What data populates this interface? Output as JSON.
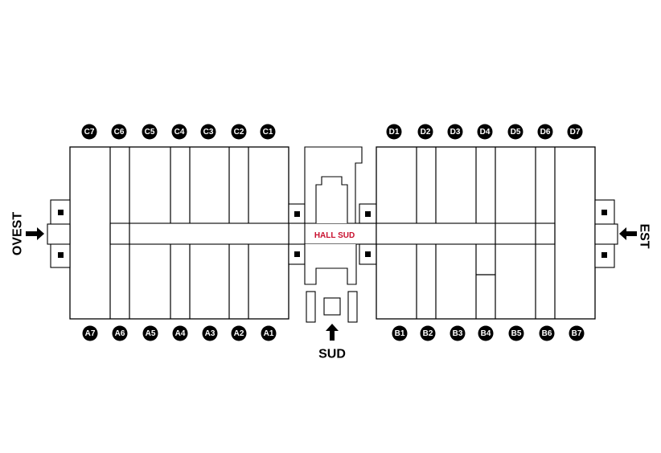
{
  "hall_label": "HALL SUD",
  "entrances": {
    "west": "OVEST",
    "east": "EST",
    "south": "SUD"
  },
  "stands_top_left": [
    "C7",
    "C6",
    "C5",
    "C4",
    "C3",
    "C2",
    "C1"
  ],
  "stands_top_right": [
    "D1",
    "D2",
    "D3",
    "D4",
    "D5",
    "D6",
    "D7"
  ],
  "stands_bottom_left": [
    "A7",
    "A6",
    "A5",
    "A4",
    "A3",
    "A2",
    "A1"
  ],
  "stands_bottom_right": [
    "B1",
    "B2",
    "B3",
    "B4",
    "B5",
    "B6",
    "B7"
  ],
  "colors": {
    "hall_label": "#c8102e",
    "lines": "#000000",
    "background": "#ffffff"
  },
  "icons": {
    "entrance_arrow": "arrow-icon",
    "stand_marker": "circle-badge"
  }
}
